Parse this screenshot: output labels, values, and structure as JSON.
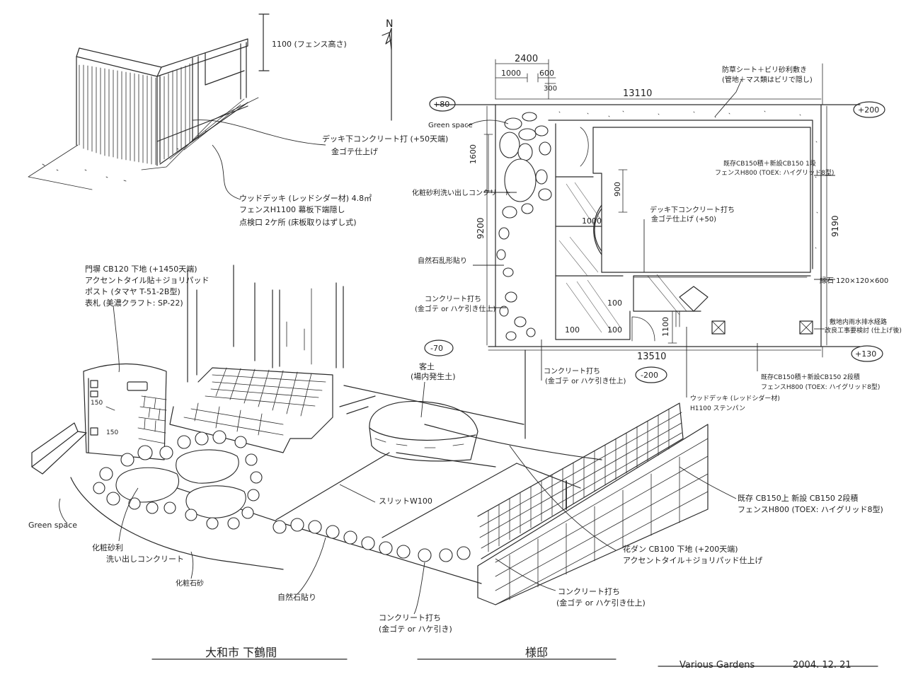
{
  "deck_sketch": {
    "height_label": "1100 (フェンス高さ)",
    "deck_concrete": "デッキ下コンクリート打 (+50天端)",
    "deck_concrete_finish": "金ゴテ仕上げ",
    "wood_deck": "ウッドデッキ (レッドシダー材) 4.8㎡",
    "wood_deck_fence": "フェンスH1100 幕板下端隠し",
    "wood_deck_access": "点検口 2ケ所 (床板取りはずし式)"
  },
  "compass": {
    "north": "N"
  },
  "plan": {
    "dim_2400": "2400",
    "dim_1000_top": "1000",
    "dim_600": "600",
    "dim_300": "300",
    "dim_13110": "13110",
    "dim_1600": "1600",
    "dim_9200": "9200",
    "dim_900": "900",
    "dim_1000_circle": "1000",
    "dim_9190": "9190",
    "dim_100_a": "100",
    "dim_100_b": "100",
    "dim_100_c": "100",
    "dim_1100": "1100",
    "dim_13510": "13510",
    "level_plus80": "+80",
    "level_plus200": "+200",
    "level_minus70": "-70",
    "level_minus200": "-200",
    "level_plus130": "+130",
    "green_space": "Green space",
    "weed_sheet": "防草シート＋ビリ砂利敷き",
    "weed_sheet_sub": "(管地＋マス類はビリで隠し)",
    "existing_cb": "既存CB150積＋新設CB150 1段",
    "existing_cb_fence": "フェンスH800 (TOEX: ハイグリッド8型)",
    "deck_under_concrete": "デッキ下コンクリート打ち",
    "deck_under_concrete_finish": "金ゴテ仕上げ (+50)",
    "washout": "化粧砂利洗い出しコンクリート",
    "natural_stone": "自然石乱形貼り",
    "concrete_plan": "コンクリート打ち",
    "concrete_plan_finish": "(金ゴテ or ハケ引き仕上)",
    "curb_stone": "縁石 120×120×600",
    "drain_note": "敷地内雨水排水経路",
    "drain_note_sub": "改良工事要検討 (仕上げ後)",
    "concrete_plan2": "コンクリート打ち",
    "concrete_plan2_finish": "(金ゴテ or ハケ引き仕上)",
    "wood_deck_short": "ウッドデッキ (レッドシダー材)",
    "wood_deck_short_sub": "H1100 ステンパン",
    "existing_cb_2": "既存CB150積＋新設CB150 2段積",
    "existing_cb_2_fence": "フェンスH800 (TOEX: ハイグリッド8型)"
  },
  "perspective": {
    "gate_wall": "門塀 CB120 下地 (+1450天端)",
    "gate_wall_tile": "アクセントタイル貼＋ジョリパッド",
    "post": "ポスト (タマヤ T-51-2B型)",
    "nameplate": "表札 (美濃クラフト: SP-22)",
    "dim_150_a": "150",
    "dim_150_b": "150",
    "topsoil": "客土",
    "topsoil_sub": "(場内発生土)",
    "slit": "スリットW100",
    "green_space": "Green space",
    "washout": "化粧砂利",
    "washout_sub": "洗い出しコンクリート",
    "decorative_sand": "化粧石砂",
    "natural_stone": "自然石貼り",
    "concrete1": "コンクリート打ち",
    "concrete1_sub": "(金ゴテ or ハケ引き)",
    "flowerbed": "花ダン CB100 下地 (+200天端)",
    "flowerbed_sub": "アクセントタイル＋ジョリパッド仕上げ",
    "concrete2": "コンクリート打ち",
    "concrete2_sub": "(金ゴテ or ハケ引き仕上)",
    "existing_cb": "既存 CB150上 新設 CB150 2段積",
    "existing_cb_fence": "フェンスH800 (TOEX: ハイグリッド8型)"
  },
  "title_block": {
    "location": "大和市 下鶴間",
    "client": "様邸",
    "company": "Various Gardens",
    "date": "2004. 12. 21"
  }
}
